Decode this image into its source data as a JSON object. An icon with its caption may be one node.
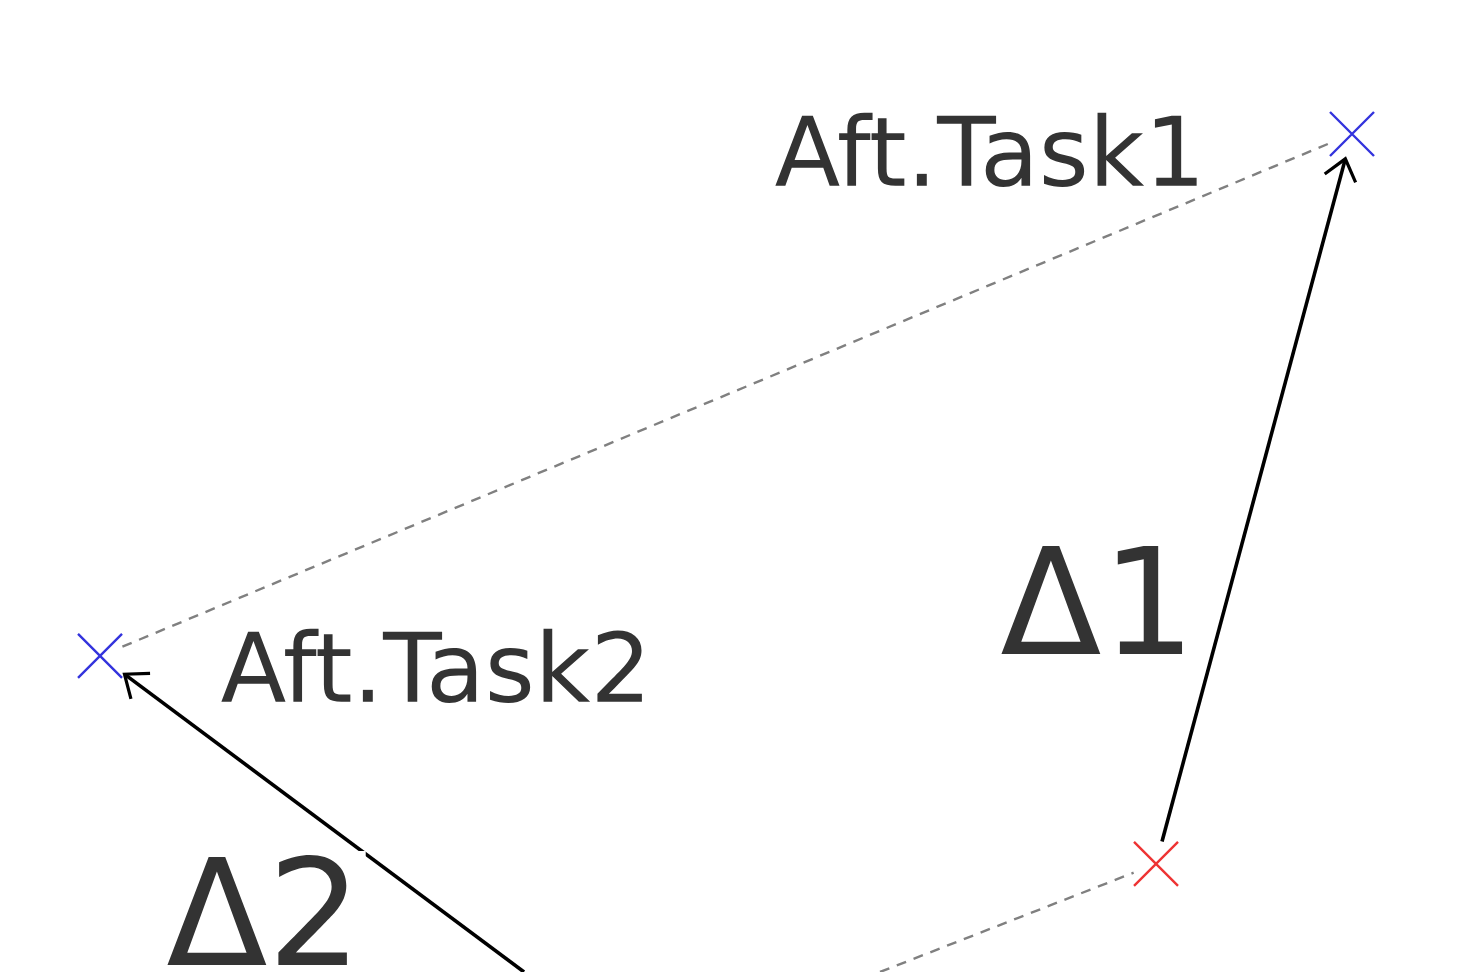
{
  "diagram": {
    "nodes": [
      {
        "text": [],
        "shape": "cross",
        "beside": [
          "Aft.Task1"
        ]
      },
      {
        "text": [],
        "shape": "cross",
        "beside": [
          "Aft.Task2"
        ]
      },
      {
        "text": [],
        "shape": "cross"
      }
    ],
    "edges": [
      {
        "from": 2,
        "to": 0,
        "arrow": "to",
        "label": "Δ1"
      },
      {
        "from": null,
        "to": 1,
        "arrow": "to",
        "label": "Δ2"
      },
      {
        "from": 1,
        "to": 0,
        "arrow": "none",
        "style": "dashed",
        "color": "#808080"
      },
      {
        "from": null,
        "to": 2,
        "arrow": "none",
        "style": "dashed",
        "color": "#808080"
      }
    ]
  }
}
